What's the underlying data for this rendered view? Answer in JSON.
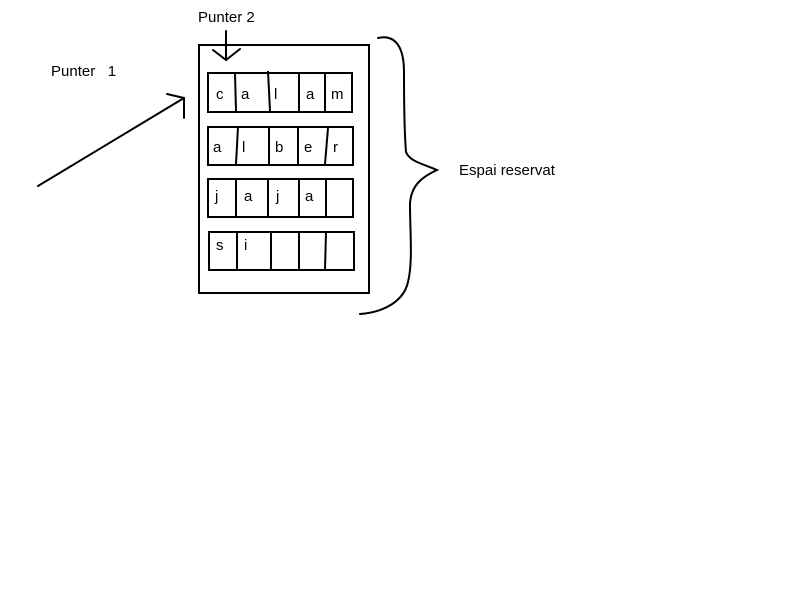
{
  "labels": {
    "pointer1": "Punter   1",
    "pointer2": "Punter 2",
    "reserved": "Espai reservat"
  },
  "rows": [
    [
      "c",
      "a",
      "l",
      "a",
      "m"
    ],
    [
      "a",
      "l",
      "b",
      "e",
      "r"
    ],
    [
      "j",
      "a",
      "j",
      "a",
      ""
    ],
    [
      "s",
      "i",
      "",
      "",
      ""
    ]
  ],
  "colors": {
    "stroke": "#000000",
    "background": "#ffffff"
  }
}
